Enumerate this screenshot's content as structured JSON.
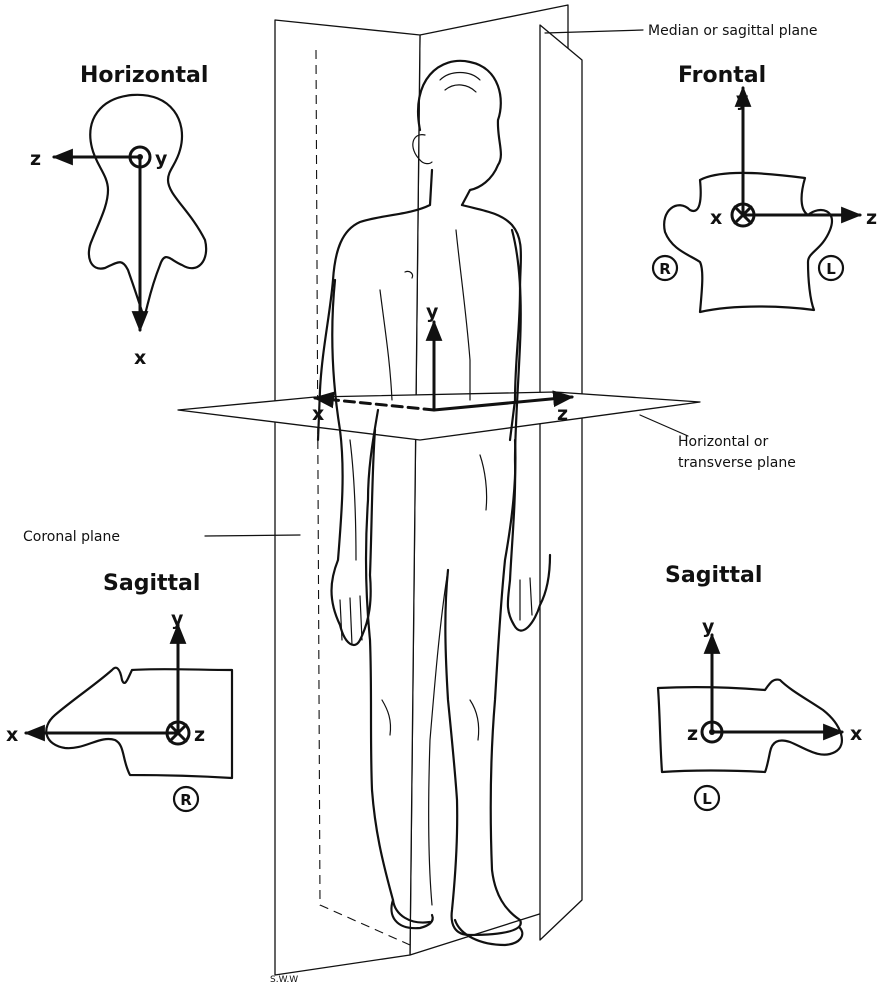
{
  "labels": {
    "median_plane": "Median or sagittal plane",
    "horizontal_plane_line1": "Horizontal or",
    "horizontal_plane_line2": "transverse plane",
    "coronal_plane": "Coronal plane",
    "signature": "S.W.W"
  },
  "insets": {
    "horizontal": {
      "title": "Horizontal",
      "axes": {
        "z": "z",
        "y": "y",
        "x": "x"
      }
    },
    "frontal": {
      "title": "Frontal",
      "axes": {
        "y": "y",
        "x": "x",
        "z": "z"
      },
      "markers": {
        "right": "R",
        "left": "L"
      }
    },
    "sagittal_right": {
      "title": "Sagittal",
      "axes": {
        "y": "y",
        "x": "x",
        "z": "z"
      },
      "marker": "R"
    },
    "sagittal_left": {
      "title": "Sagittal",
      "axes": {
        "y": "y",
        "x": "x",
        "z": "z"
      },
      "marker": "L"
    }
  },
  "body_axes": {
    "x": "x",
    "y": "y",
    "z": "z"
  }
}
